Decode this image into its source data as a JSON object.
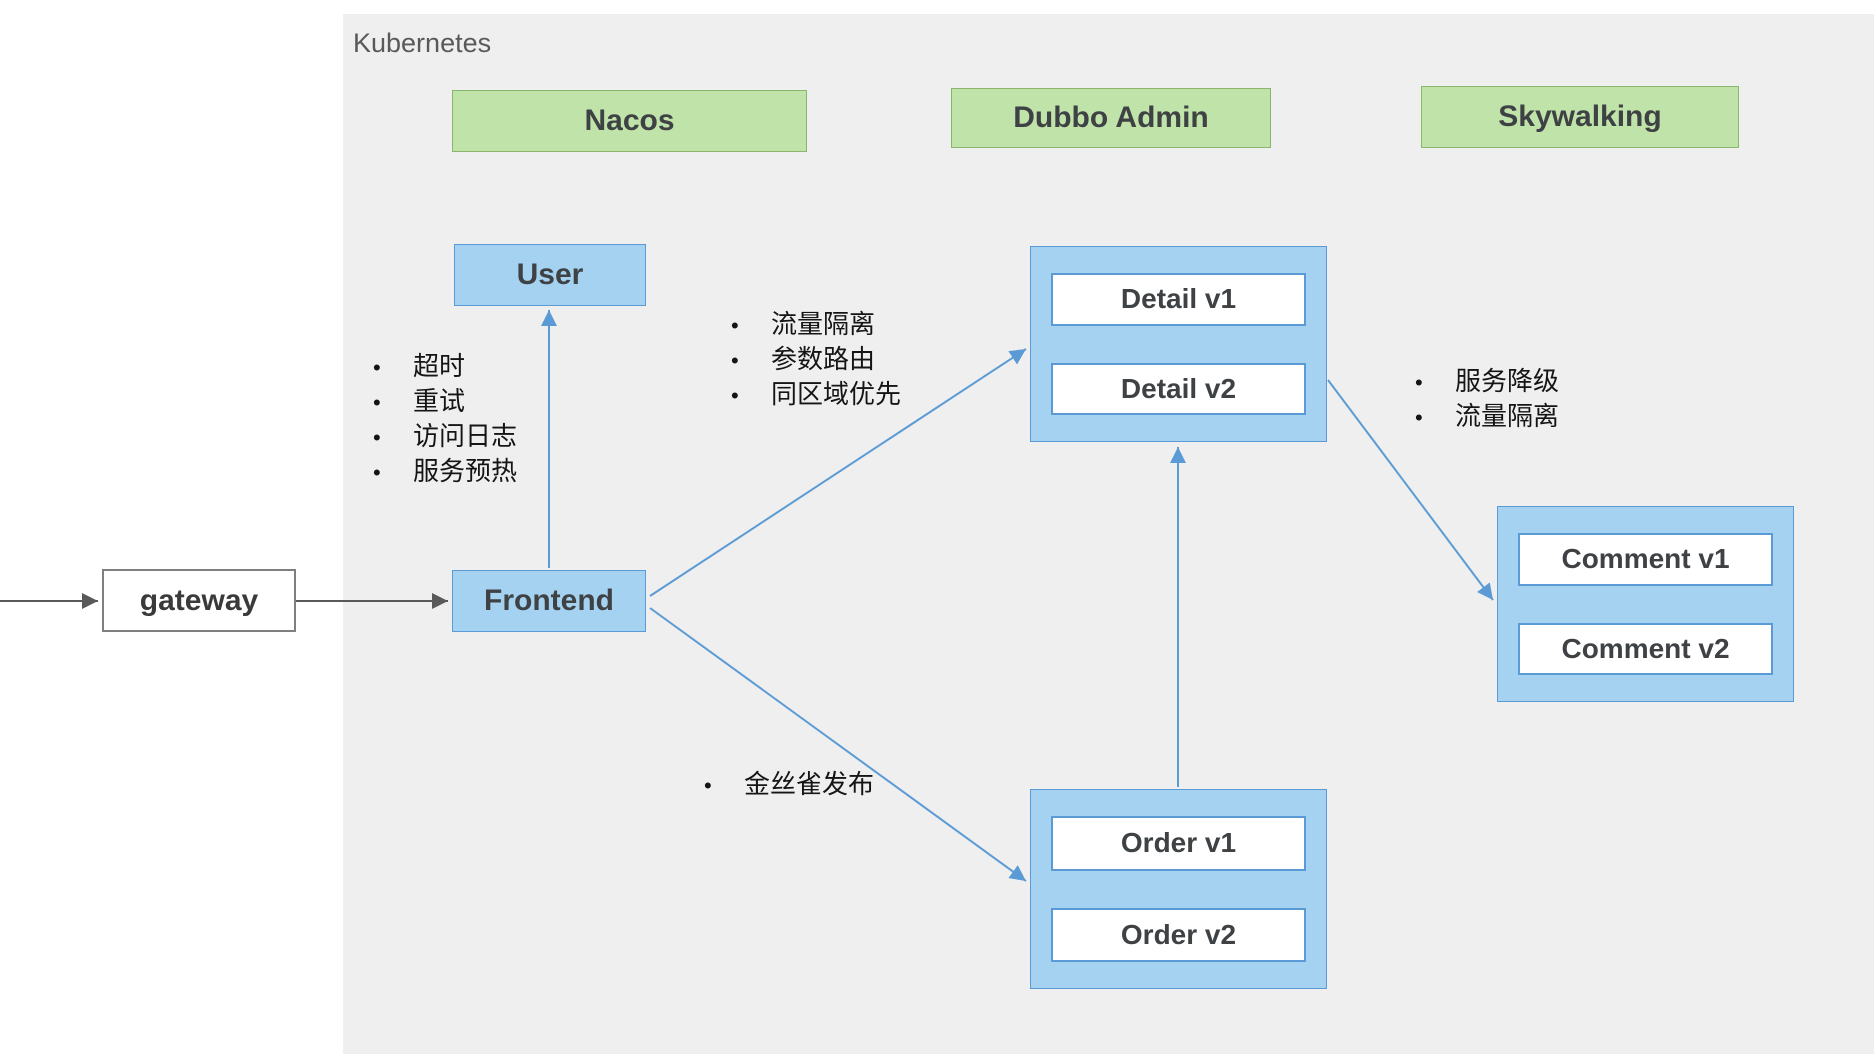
{
  "diagram": {
    "region_label": "Kubernetes",
    "nodes": {
      "nacos": "Nacos",
      "dubbo_admin": "Dubbo Admin",
      "skywalking": "Skywalking",
      "user": "User",
      "gateway": "gateway",
      "frontend": "Frontend",
      "detail": [
        "Detail v1",
        "Detail v2"
      ],
      "comment": [
        "Comment v1",
        "Comment v2"
      ],
      "order": [
        "Order v1",
        "Order v2"
      ]
    },
    "annotations": {
      "frontend_user": [
        "超时",
        "重试",
        "访问日志",
        "服务预热"
      ],
      "frontend_detail": [
        "流量隔离",
        "参数路由",
        "同区域优先"
      ],
      "detail_comment": [
        "服务降级",
        "流量隔离"
      ],
      "frontend_order": [
        "金丝雀发布"
      ]
    },
    "colors": {
      "region_bg": "#efefef",
      "green_fill": "#bfe3a9",
      "green_stroke": "#89b56d",
      "blue_fill": "#a6d2f2",
      "blue_stroke": "#5b9bd5",
      "dark_arrow": "#595959"
    }
  }
}
